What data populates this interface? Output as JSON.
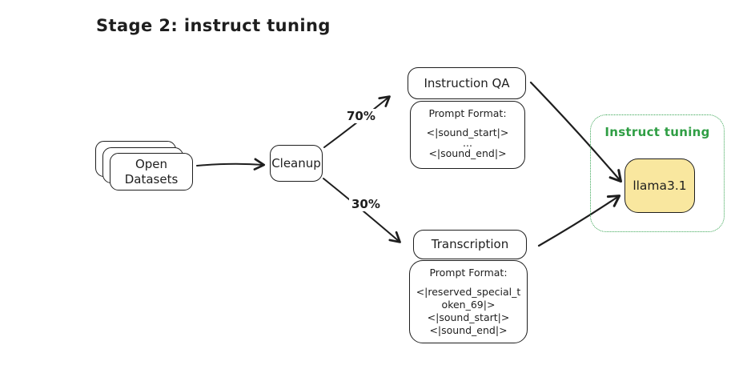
{
  "title": "Stage 2: instruct tuning",
  "colors": {
    "stroke": "#1e1e1e",
    "llama_fill": "#f9e79f",
    "group_green": "#2f9e44",
    "background": "#ffffff"
  },
  "nodes": {
    "open_datasets": {
      "label": "Open\nDatasets",
      "line1": "Open",
      "line2": "Datasets"
    },
    "cleanup": {
      "label": "Cleanup"
    },
    "instruction_qa": {
      "label": "Instruction QA"
    },
    "qa_prompt": {
      "title": "Prompt Format:",
      "lines": [
        "<|sound_start|>",
        "...",
        "<|sound_end|>"
      ]
    },
    "transcription": {
      "label": "Transcription"
    },
    "transcription_prompt": {
      "title": "Prompt Format:",
      "lines": [
        "<|reserved_special_token_69|>",
        "<|sound_start|>",
        "<|sound_end|>"
      ]
    },
    "instruct_tuning_group": {
      "label": "Instruct tuning"
    },
    "llama": {
      "label": "llama3.1"
    }
  },
  "edges": {
    "qa_percent": "70%",
    "transcription_percent": "30%"
  }
}
